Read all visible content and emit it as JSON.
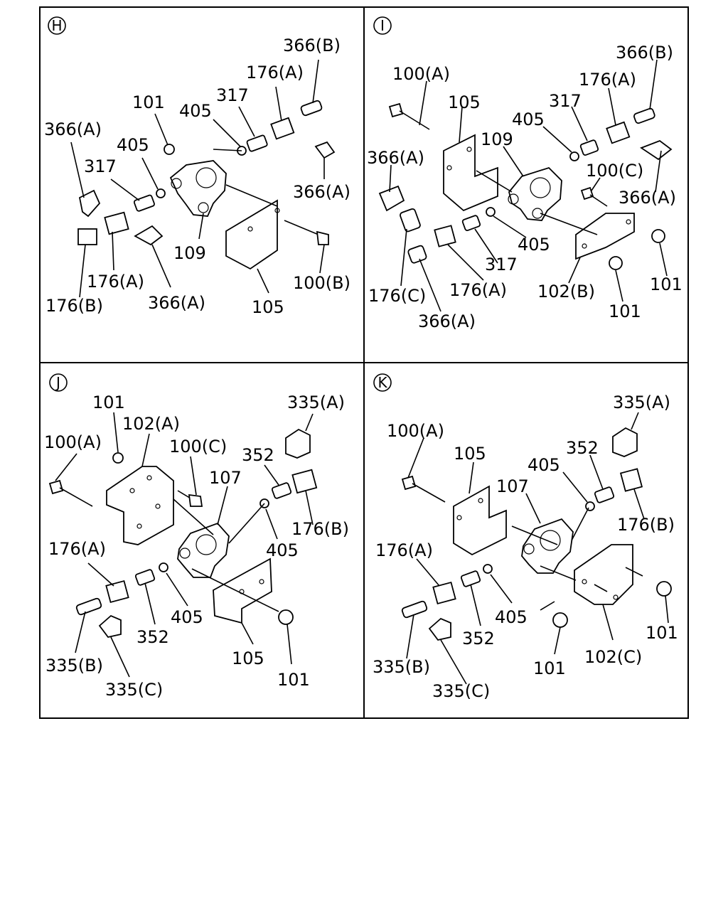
{
  "panels": {
    "H": {
      "letter": "H",
      "labels": [
        "366(B)",
        "176(A)",
        "317",
        "101",
        "405",
        "366(A)",
        "405",
        "317",
        "366(A)",
        "109",
        "176(A)",
        "176(B)",
        "366(A)",
        "105",
        "100(B)"
      ]
    },
    "I": {
      "letter": "I",
      "labels": [
        "366(B)",
        "100(A)",
        "176(A)",
        "317",
        "105",
        "405",
        "109",
        "366(A)",
        "100(C)",
        "366(A)",
        "405",
        "317",
        "176(C)",
        "176(A)",
        "102(B)",
        "101",
        "101",
        "366(A)"
      ]
    },
    "J": {
      "letter": "J",
      "labels": [
        "101",
        "335(A)",
        "102(A)",
        "100(A)",
        "100(C)",
        "352",
        "107",
        "176(B)",
        "405",
        "176(A)",
        "405",
        "352",
        "335(B)",
        "335(C)",
        "105",
        "101"
      ]
    },
    "K": {
      "letter": "K",
      "labels": [
        "335(A)",
        "100(A)",
        "352",
        "105",
        "405",
        "107",
        "176(B)",
        "176(A)",
        "405",
        "352",
        "101",
        "335(B)",
        "101",
        "102(C)",
        "335(C)"
      ]
    }
  }
}
